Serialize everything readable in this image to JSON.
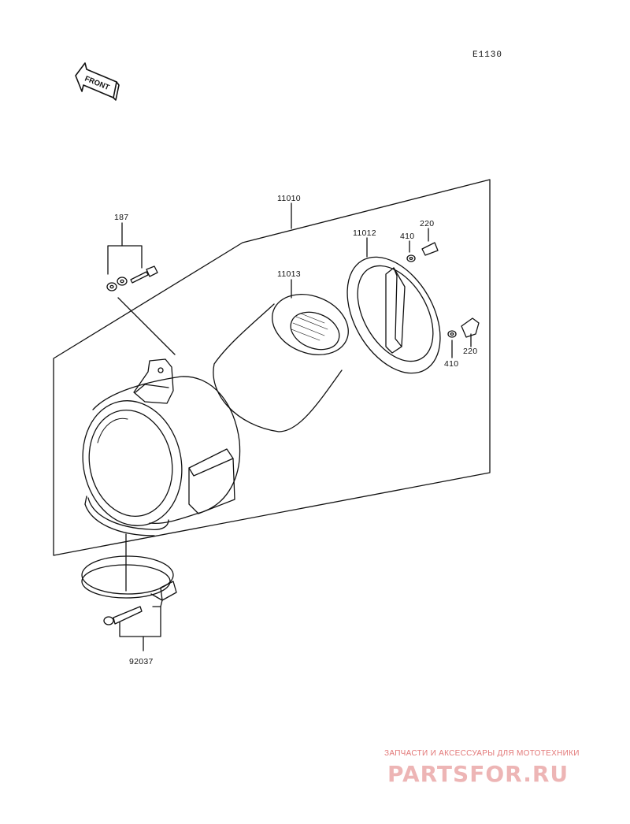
{
  "diagram_id": "E1130",
  "front_label": "FRONT",
  "parts": {
    "p187": "187",
    "p11010": "11010",
    "p11012": "11012",
    "p11013": "11013",
    "p410_top": "410",
    "p220_top": "220",
    "p410_side": "410",
    "p220_side": "220",
    "p92037": "92037"
  },
  "watermark": {
    "line1": "ЗАПЧАСТИ И АКСЕССУАРЫ ДЛЯ МОТОТЕХНИКИ",
    "brand": "PARTSFOR.RU"
  }
}
